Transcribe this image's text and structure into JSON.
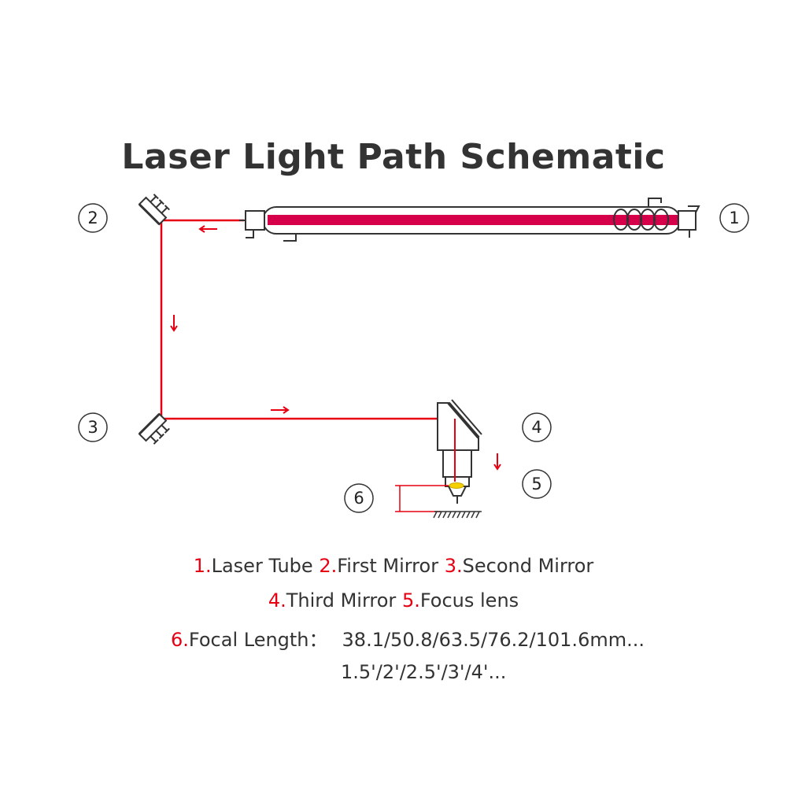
{
  "title": "Laser Light Path Schematic",
  "colors": {
    "beam": "#e60012",
    "tube_core": "#d6004a",
    "outline": "#333333"
  },
  "callouts": [
    {
      "id": "1",
      "label": "1"
    },
    {
      "id": "2",
      "label": "2"
    },
    {
      "id": "3",
      "label": "3"
    },
    {
      "id": "4",
      "label": "4"
    },
    {
      "id": "5",
      "label": "5"
    },
    {
      "id": "6",
      "label": "6"
    }
  ],
  "legend": {
    "n1": "1.",
    "t1": "Laser Tube",
    "n2": "2.",
    "t2": "First Mirror",
    "n3": "3.",
    "t3": "Second Mirror",
    "n4": "4.",
    "t4": "Third Mirror",
    "n5": "5.",
    "t5": "Focus lens",
    "n6": "6.",
    "t6": "Focal Length：",
    "focal_mm": "38.1/50.8/63.5/76.2/101.6mm...",
    "focal_in": "1.5'/2'/2.5'/3'/4'..."
  }
}
